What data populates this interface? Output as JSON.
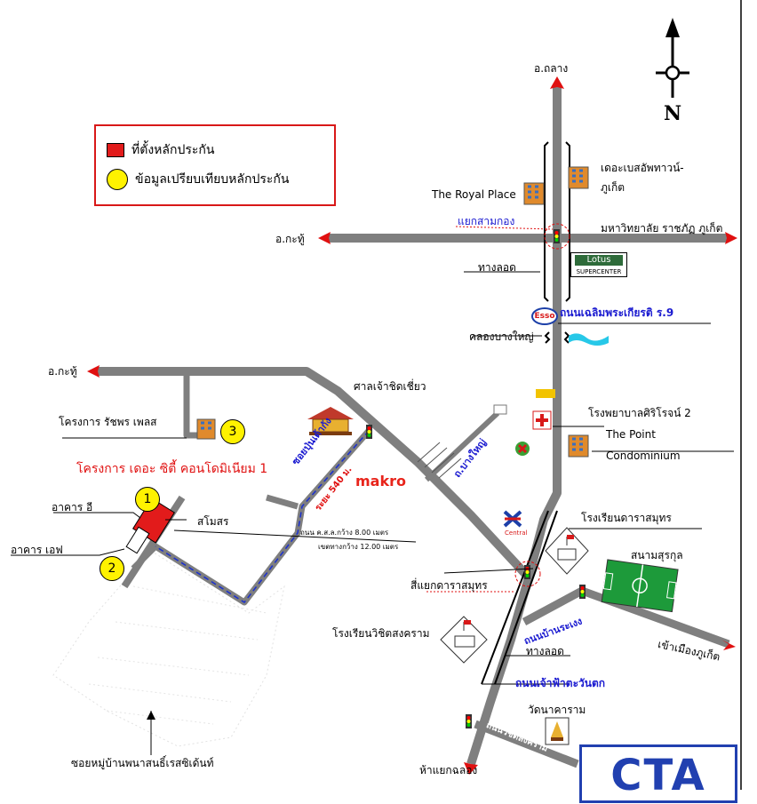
{
  "legend": {
    "property_label": "ที่ตั้งหลักประกัน",
    "comparable_label": "ข้อมูลเปรียบเทียบหลักประกัน"
  },
  "compass": {
    "north_label": "N"
  },
  "places": {
    "north_dest": "อ.ถลาง",
    "west_dest_upper": "อ.กะทู้",
    "west_dest_lower": "อ.กะทู้",
    "royal_place": "The Royal Place",
    "base_downtown_1": "เดอะเบสอัพทาวน์-",
    "base_downtown_2": "ภูเก็ต",
    "sam_kong": "แยกสามกอง",
    "rajabhat": "มหาวิทยาลัย ราชภัฏ ภูเก็ต",
    "underpass_1": "ทางลอด",
    "lotus_name": "Lotus",
    "lotus_sub": "SUPERCENTER",
    "chaloem_road": "ถนนเฉลิมพระเกียรติ ร.9",
    "esso": "Esso",
    "bang_yai_canal": "คลองบางใหญ่",
    "shrine": "ศาลเจ้าชิดเชี่ยว",
    "rachaphruek": "โครงการ รัชพร เพลส",
    "the_city": "โครงการ เดอะ ซิตี้ คอนโดมิเนียม 1",
    "building_e": "อาคาร อี",
    "building_f": "อาคาร เอฟ",
    "clubhouse": "สโมสร",
    "road_width_1": "ถนน ค.ส.ล.กว้าง 8.00 เมตร",
    "road_width_2": "เขตทางกว้าง 12.00 เมตร",
    "soi_pun": "ซอยปุ่นเต้ากัง",
    "distance": "ระยะ 540 ม.",
    "makro": "makro",
    "bang_yai_road": "ถ.บางใหญ่",
    "vichit_road": "ถนนวิชิตสงคราม",
    "siriroj": "โรงพยาบาลศิริโรจน์ 2",
    "the_point_1": "The Point",
    "the_point_2": "Condominium",
    "central": "Central",
    "darasamut_school": "โรงเรียนดาราสมุทร",
    "suksakul_stadium": "สนามสุรกุล",
    "darasamut_junction": "สี่แยกดาราสมุทร",
    "vichit_school": "โรงเรียนวิชิตสงคราม",
    "ban_rakaeng_road": "ถนนบ้านระเงง",
    "to_phuket": "เข้าเมืองภูเก็ต",
    "underpass_2": "ทางลอด",
    "chaofa_road": "ถนนเจ้าฟ้าตะวันตก",
    "wat_na": "วัดนาคาราม",
    "vichit_road_2": "ถนนวิชิตสงคราม",
    "chalong": "ห้าแยกฉลอง",
    "soi_village": "ซอยหมู่บ้านพนาสนธิ์เรสซิเด้นท์"
  },
  "markers": [
    "1",
    "2",
    "3"
  ],
  "stamp_text": "CTA",
  "colors": {
    "road": "#7f7f7f",
    "property": "#e21b1b",
    "comparable": "#fff200",
    "legend_border": "#d81818",
    "label_blue": "#1a1ad0",
    "stadium": "#1d9a3a"
  }
}
